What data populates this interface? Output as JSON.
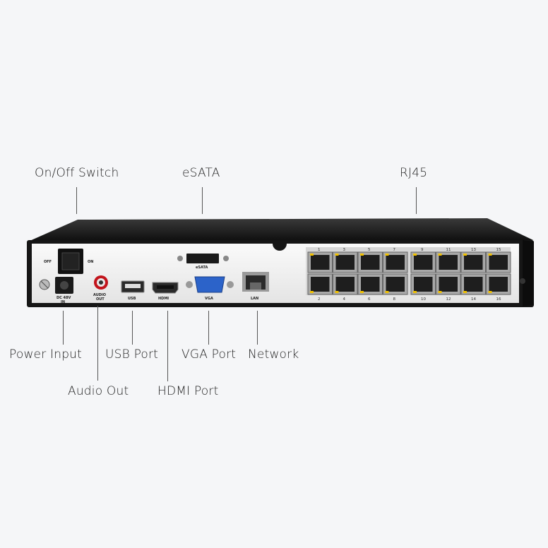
{
  "callouts": {
    "on_off": "On/Off Switch",
    "esata": "eSATA",
    "rj45": "RJ45",
    "power": "Power Input",
    "usb": "USB Port",
    "vga": "VGA Port",
    "network": "Network",
    "audio": "Audio Out",
    "hdmi": "HDMI Port"
  },
  "panel_labels": {
    "off": "OFF",
    "on": "ON",
    "dc": "DC 48V",
    "dc_in": "IN",
    "audio1": "AUDIO",
    "audio2": "OUT",
    "usb": "USB",
    "hdmi": "HDMI",
    "vga": "VGA",
    "lan": "LAN",
    "esata": "eSATA"
  },
  "ports_top": [
    "1",
    "3",
    "5",
    "7",
    "9",
    "11",
    "13",
    "15"
  ],
  "ports_bottom": [
    "2",
    "4",
    "6",
    "8",
    "10",
    "12",
    "14",
    "16"
  ],
  "colors": {
    "background": "#f5f6f8",
    "chassis": "#151515",
    "panel": "#f2f2f2",
    "vga_blue": "#2c63c9"
  }
}
